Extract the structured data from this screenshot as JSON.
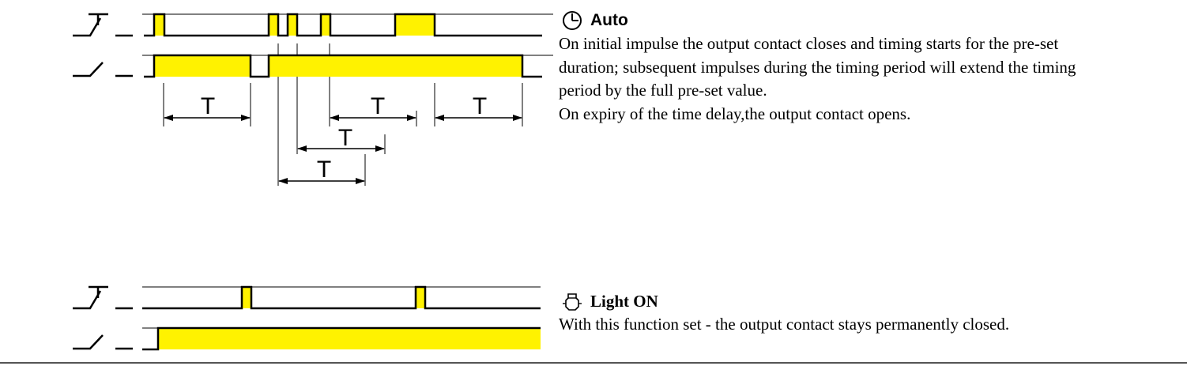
{
  "colors": {
    "pulse_fill": "#fff200",
    "line": "#000000"
  },
  "auto": {
    "icon": "clock-icon",
    "title": "Auto",
    "lines": [
      "On initial impulse the output contact closes and timing starts for the pre-set",
      "duration; subsequent impulses during the timing period will extend the timing",
      "period by the full pre-set value.",
      "On expiry of the time delay,the output contact opens."
    ],
    "time_label": "T"
  },
  "light_on": {
    "icon": "light-bulb-icon",
    "title": "Light ON",
    "lines": [
      "With this function set - the output contact stays permanently closed."
    ]
  }
}
